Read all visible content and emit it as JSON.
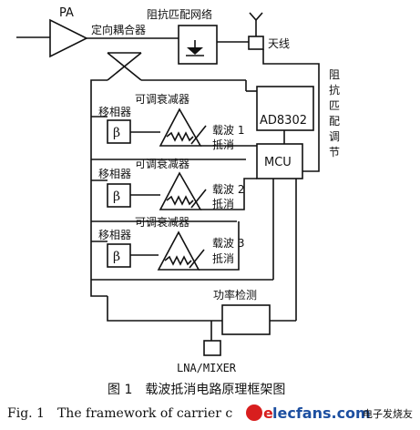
{
  "labels": {
    "pa": "PA",
    "coupler": "定向耦合器",
    "matching_network": "阻抗匹配网络",
    "antenna": "天线",
    "matching_control": [
      "阻",
      "抗",
      "匹",
      "配",
      "调",
      "节"
    ],
    "ad8302": "AD8302",
    "mcu": "MCU",
    "attenuator": "可调衰减器",
    "phase_shifter": "移相器",
    "beta": "β",
    "carrier_cancel_1": [
      "载波 1",
      "抵消"
    ],
    "carrier_cancel_2": [
      "载波 2",
      "抵消"
    ],
    "carrier_cancel_3": [
      "载波 3",
      "抵消"
    ],
    "power_detect": "功率检测",
    "lna_mixer": "LNA/MIXER"
  },
  "caption": {
    "cn": "图 1　载波抵消电路原理框架图",
    "en": "Fig. 1　The framework of carrier c"
  },
  "watermark": {
    "text_e": "e",
    "text_rest": "lecfans.com",
    "text_cn": "电子发烧友",
    "color_e": "#d81e1e",
    "color_rest": "#1d4fa0"
  }
}
